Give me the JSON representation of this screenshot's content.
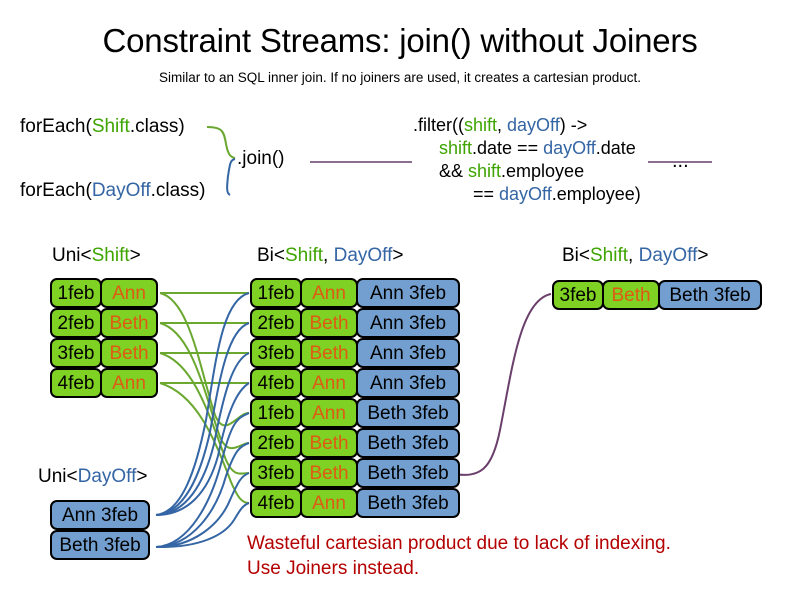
{
  "header": {
    "title": "Constraint Streams: join() without Joiners",
    "subtitle": "Similar to an SQL inner join. If no joiners are used, it creates a cartesian product."
  },
  "code": {
    "for_each_shift": {
      "prefix": "forEach(",
      "type": "Shift",
      "suffix": ".class)"
    },
    "for_each_dayoff": {
      "prefix": "forEach(",
      "type": "DayOff",
      "suffix": ".class)"
    },
    "join_label": ".join()",
    "filter": {
      "line1_a": ".filter((",
      "line1_shift": "shift",
      "line1_comma": ", ",
      "line1_dayoff": "dayOff",
      "line1_b": ") ->",
      "line2_shift": "shift",
      "line2_mid": ".date == ",
      "line2_dayoff": "dayOff",
      "line2_end": ".date",
      "line3_a": "&& ",
      "line3_shift": "shift",
      "line3_end": ".employee",
      "line4_a": "== ",
      "line4_dayoff": "dayOff",
      "line4_end": ".employee)"
    },
    "ellipsis": "..."
  },
  "streams": {
    "uni_shift": {
      "label": {
        "prefix": "Uni<",
        "type": "Shift",
        "suffix": ">"
      },
      "rows": [
        {
          "date": "1feb",
          "name": "Ann"
        },
        {
          "date": "2feb",
          "name": "Beth"
        },
        {
          "date": "3feb",
          "name": "Beth"
        },
        {
          "date": "4feb",
          "name": "Ann"
        }
      ]
    },
    "uni_dayoff": {
      "label": {
        "prefix": "Uni<",
        "type": "DayOff",
        "suffix": ">"
      },
      "rows": [
        {
          "pair": "Ann 3feb"
        },
        {
          "pair": "Beth 3feb"
        }
      ]
    },
    "bi_middle": {
      "label": {
        "prefix": "Bi<",
        "type1": "Shift",
        "comma": ", ",
        "type2": "DayOff",
        "suffix": ">"
      },
      "rows": [
        {
          "date": "1feb",
          "name": "Ann",
          "pair": "Ann 3feb"
        },
        {
          "date": "2feb",
          "name": "Beth",
          "pair": "Ann 3feb"
        },
        {
          "date": "3feb",
          "name": "Beth",
          "pair": "Ann 3feb"
        },
        {
          "date": "4feb",
          "name": "Ann",
          "pair": "Ann 3feb"
        },
        {
          "date": "1feb",
          "name": "Ann",
          "pair": "Beth 3feb"
        },
        {
          "date": "2feb",
          "name": "Beth",
          "pair": "Beth 3feb"
        },
        {
          "date": "3feb",
          "name": "Beth",
          "pair": "Beth 3feb"
        },
        {
          "date": "4feb",
          "name": "Ann",
          "pair": "Beth 3feb"
        }
      ]
    },
    "bi_right": {
      "label": {
        "prefix": "Bi<",
        "type1": "Shift",
        "comma": ", ",
        "type2": "DayOff",
        "suffix": ">"
      },
      "rows": [
        {
          "date": "3feb",
          "name": "Beth",
          "pair": "Beth 3feb"
        }
      ]
    }
  },
  "warning": {
    "line1": "Wasteful cartesian product due to lack of indexing.",
    "line2": "Use Joiners instead."
  },
  "colors": {
    "shift_green_text": "#3ea400",
    "dayoff_blue_text": "#3465a4",
    "box_green": "#7fd124",
    "box_blue": "#729fcf",
    "name_orange": "#e05a14",
    "warning_red": "#b40000",
    "wire_green": "#6aa830",
    "wire_blue": "#3465a4",
    "wire_purple": "#6b3f6b"
  }
}
